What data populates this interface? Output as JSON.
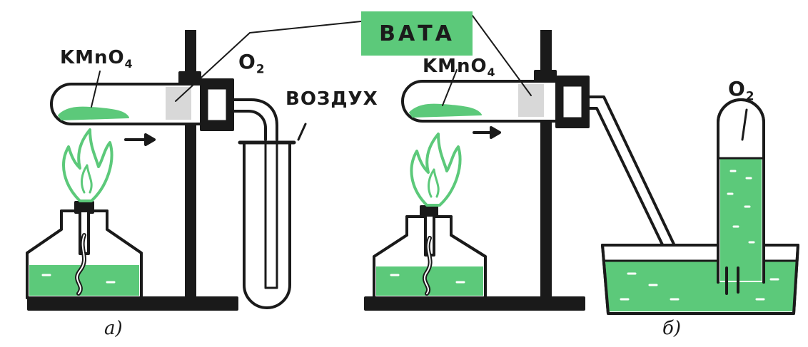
{
  "labels": {
    "cotton": "ВАТА",
    "reagent_left": "KMnO",
    "reagent_left_sub": "4",
    "reagent_right": "KMnO",
    "reagent_right_sub": "4",
    "o2_left": "O",
    "o2_left_sub": "2",
    "o2_right": "O",
    "o2_right_sub": "2",
    "air": "ВОЗДУХ",
    "caption_a": "а)",
    "caption_b": "б)"
  },
  "colors": {
    "green": "#5cc97a",
    "ink": "#1a1a1a",
    "cotton": "#d8d8d8"
  }
}
